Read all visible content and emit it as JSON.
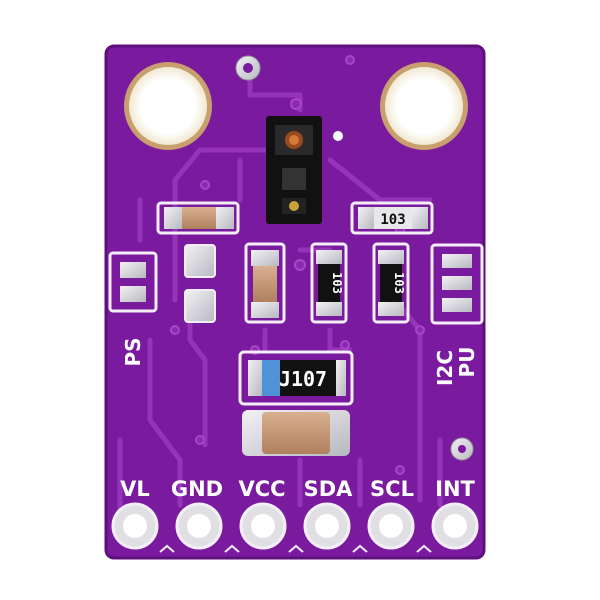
{
  "board": {
    "colors": {
      "pcb": "#7a1a9e",
      "pcb_dark": "#5e0f7c",
      "trace": "#9534b8",
      "silkscreen": "#f4eef8",
      "pad_metal": "#d7d7dc",
      "header_hole": "#ffffff",
      "resistor_body": "#111111",
      "capacitor_body": "#c79a78",
      "diode_band": "#4f93d6"
    },
    "pins": [
      {
        "label": "VL"
      },
      {
        "label": "GND"
      },
      {
        "label": "VCC"
      },
      {
        "label": "SDA"
      },
      {
        "label": "SCL"
      },
      {
        "label": "INT"
      }
    ],
    "labels": {
      "ps": "PS",
      "i2c_line1": "I2C",
      "i2c_line2": "PU",
      "diode_marking": "J107",
      "resistor_top_right": "103",
      "resistor_mid_left": "103",
      "resistor_mid_right": "103"
    }
  }
}
